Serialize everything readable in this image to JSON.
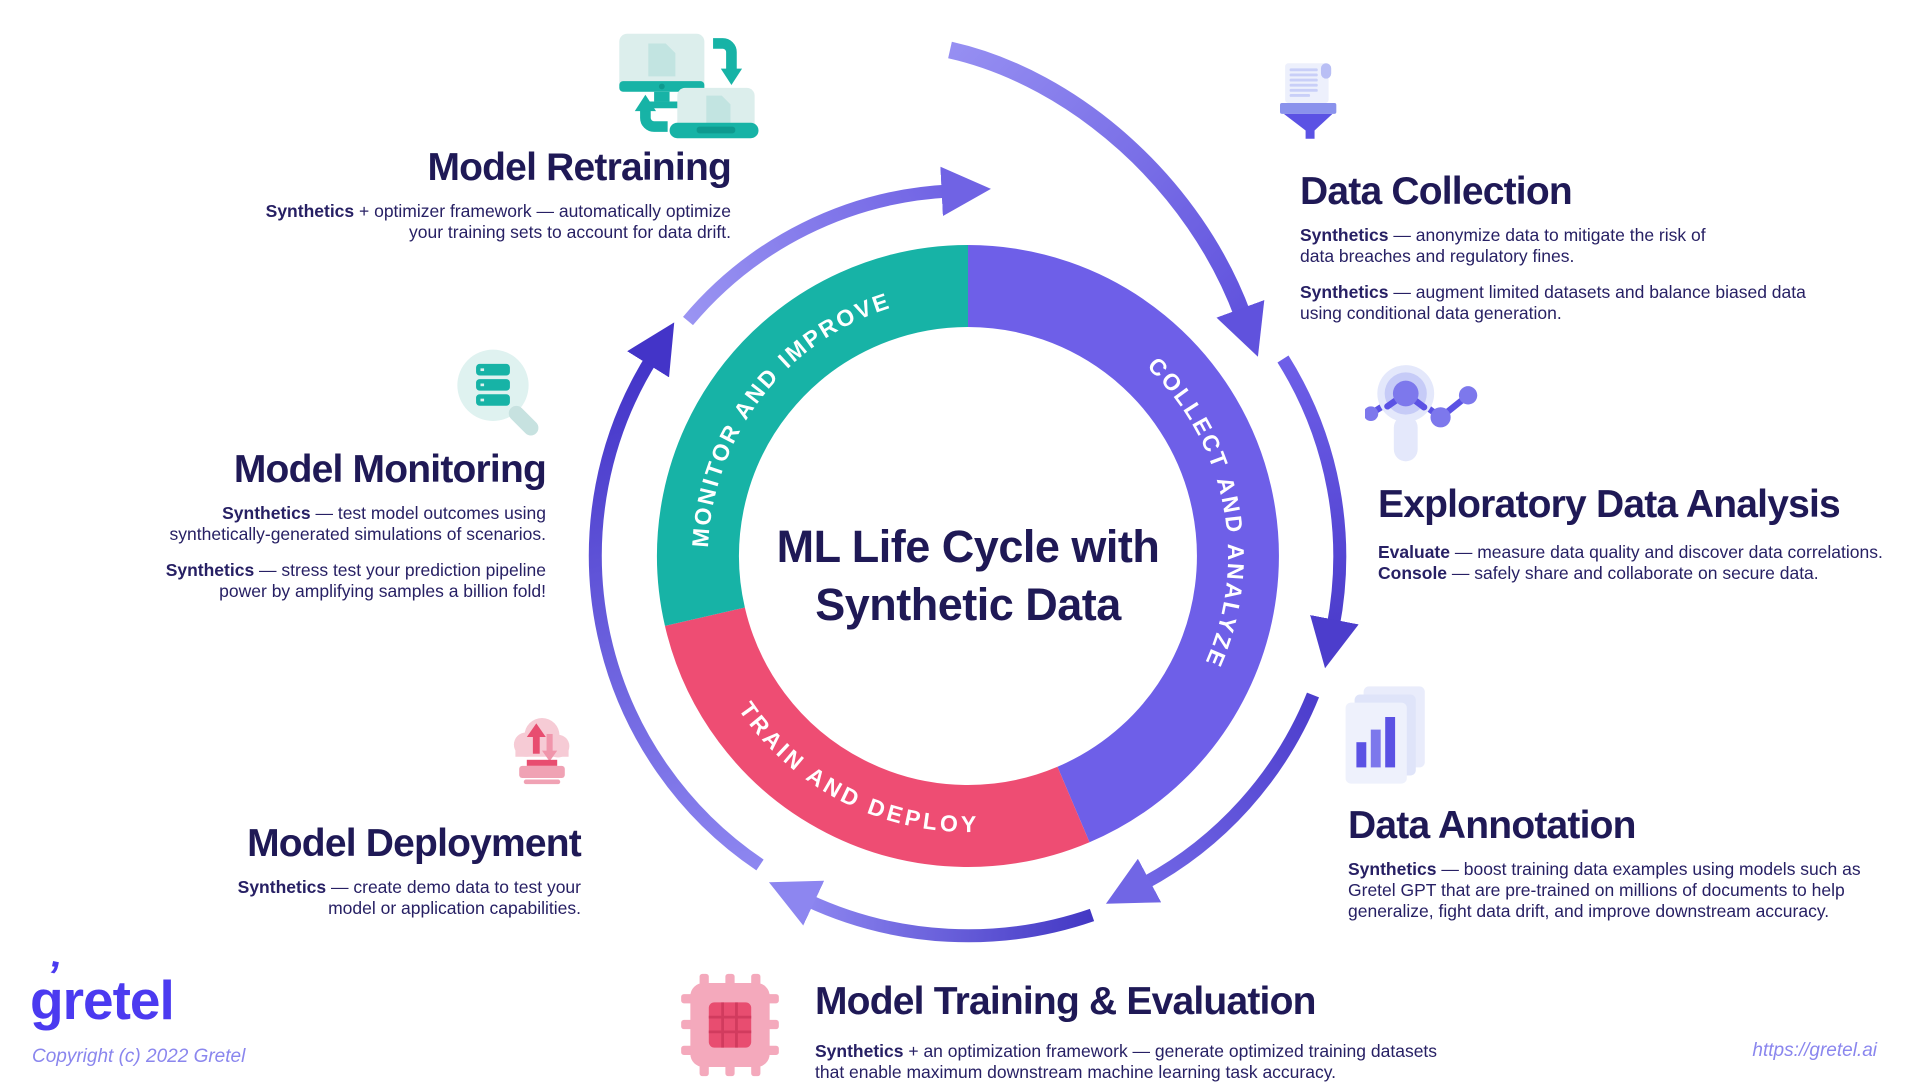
{
  "center": {
    "title_line1": "ML Life Cycle with",
    "title_line2": "Synthetic Data"
  },
  "ring": {
    "segments": [
      {
        "id": "monitor-improve",
        "label": "MONITOR AND IMPROVE",
        "color": "#17B3A6"
      },
      {
        "id": "collect-analyze",
        "label": "COLLECT AND ANALYZE",
        "color": "#6E5FE8"
      },
      {
        "id": "train-deploy",
        "label": "TRAIN AND DEPLOY",
        "color": "#EE4D73"
      }
    ],
    "label_color": "#FFFFFF"
  },
  "colors": {
    "heading": "#1F1956",
    "body_text": "#272064",
    "teal": "#17B3A6",
    "purple": "#6E5FE8",
    "pink": "#EE4D73",
    "arrow_dark": "#4334C8",
    "arrow_light": "#8D86F0",
    "logo": "#4B3AF0",
    "footer_text": "#8A86EE"
  },
  "sections": {
    "model_retraining": {
      "title": "Model Retraining",
      "icon": "monitors-sync-icon",
      "paragraphs": [
        {
          "lines": [
            {
              "lead": "Synthetics",
              "text": " + optimizer framework — automatically optimize"
            },
            {
              "lead": "",
              "text": "your training sets to account for data drift."
            }
          ]
        }
      ]
    },
    "data_collection": {
      "title": "Data Collection",
      "icon": "document-funnel-icon",
      "paragraphs": [
        {
          "lines": [
            {
              "lead": "Synthetics",
              "text": " — anonymize data to mitigate the risk of"
            },
            {
              "lead": "",
              "text": "data breaches and regulatory fines."
            }
          ]
        },
        {
          "lines": [
            {
              "lead": "Synthetics",
              "text": " — augment limited datasets and balance biased data"
            },
            {
              "lead": "",
              "text": "using conditional data generation."
            }
          ]
        }
      ]
    },
    "model_monitoring": {
      "title": "Model Monitoring",
      "icon": "database-magnifier-icon",
      "paragraphs": [
        {
          "lines": [
            {
              "lead": "Synthetics",
              "text": " — test model outcomes using"
            },
            {
              "lead": "",
              "text": "synthetically-generated simulations of scenarios."
            }
          ]
        },
        {
          "lines": [
            {
              "lead": "Synthetics",
              "text": " — stress test your prediction pipeline"
            },
            {
              "lead": "",
              "text": "power by amplifying samples a billion fold!"
            }
          ]
        }
      ]
    },
    "exploratory_data_analysis": {
      "title": "Exploratory Data Analysis",
      "icon": "scatter-magnifier-icon",
      "paragraphs": [
        {
          "lines": [
            {
              "lead": "Evaluate",
              "text": " — measure data quality and discover data correlations."
            },
            {
              "lead": "Console",
              "text": " — safely share and collaborate on secure data."
            }
          ]
        }
      ]
    },
    "model_deployment": {
      "title": "Model Deployment",
      "icon": "cloud-transfer-icon",
      "paragraphs": [
        {
          "lines": [
            {
              "lead": "Synthetics",
              "text": " — create demo data to test your"
            },
            {
              "lead": "",
              "text": "model or application capabilities."
            }
          ]
        }
      ]
    },
    "data_annotation": {
      "title": "Data Annotation",
      "icon": "documents-chart-icon",
      "paragraphs": [
        {
          "lines": [
            {
              "lead": "Synthetics",
              "text": " — boost training data examples using models such as"
            },
            {
              "lead": "",
              "text": "Gretel GPT that are pre-trained on millions of documents to help"
            },
            {
              "lead": "",
              "text": "generalize, fight data drift, and improve downstream accuracy."
            }
          ]
        }
      ]
    },
    "model_training_evaluation": {
      "title": "Model Training & Evaluation",
      "icon": "chip-icon",
      "paragraphs": [
        {
          "lines": [
            {
              "lead": "Synthetics",
              "text": " + an optimization framework — generate optimized training datasets"
            },
            {
              "lead": "",
              "text": "that enable maximum downstream machine learning task accuracy."
            }
          ]
        }
      ]
    }
  },
  "footer": {
    "logo_text": "gretel",
    "logo_accent": "ʼ",
    "copyright": "Copyright (c) 2022 Gretel",
    "url": "https://gretel.ai"
  }
}
